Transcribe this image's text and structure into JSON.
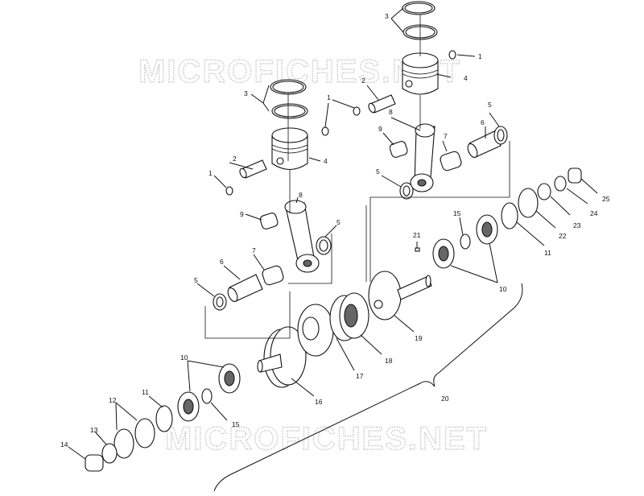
{
  "watermark": {
    "text": "MICROFICHES.NET"
  },
  "callouts": {
    "c1a": "1",
    "c1b": "1",
    "c1c": "1",
    "c2a": "2",
    "c2b": "2",
    "c3a": "3",
    "c3b": "3",
    "c4a": "4",
    "c4b": "4",
    "c5a": "5",
    "c5b": "5",
    "c5c": "5",
    "c5d": "5",
    "c6a": "6",
    "c6b": "6",
    "c7a": "7",
    "c7b": "7",
    "c8a": "8",
    "c8b": "8",
    "c9a": "9",
    "c9b": "9",
    "c10a": "10",
    "c10b": "10",
    "c11a": "11",
    "c11b": "11",
    "c12": "12",
    "c13": "13",
    "c14": "14",
    "c15a": "15",
    "c15b": "15",
    "c16": "16",
    "c17": "17",
    "c18": "18",
    "c19": "19",
    "c20": "20",
    "c21": "21",
    "c22": "22",
    "c23": "23",
    "c24": "24",
    "c25": "25"
  }
}
